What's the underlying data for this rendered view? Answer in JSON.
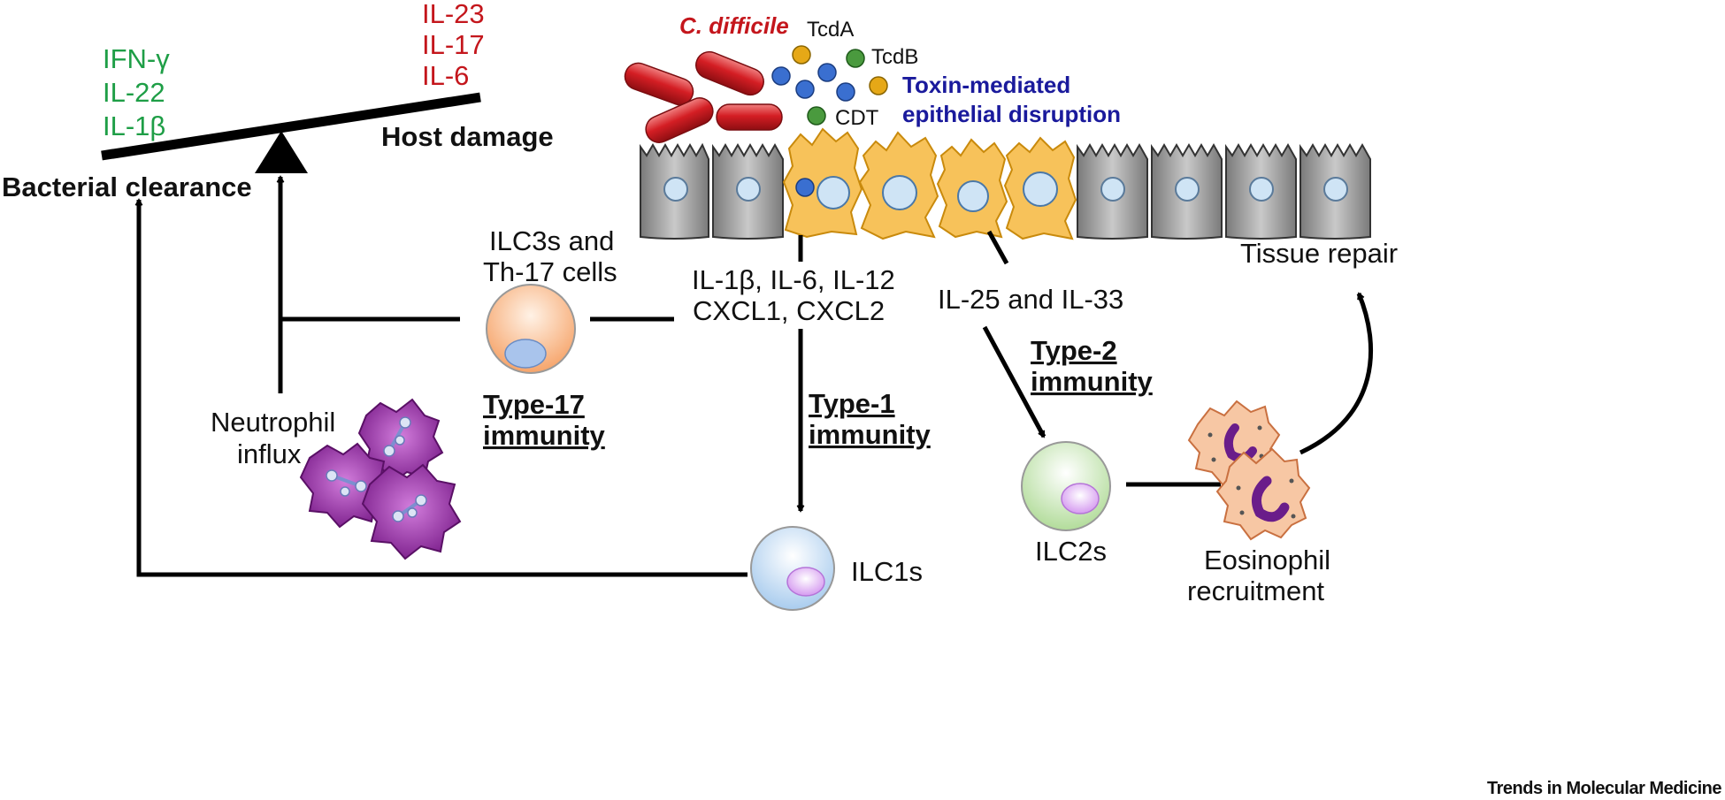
{
  "balance": {
    "left_cytokines": [
      "IFN-γ",
      "IL-22",
      "IL-1β"
    ],
    "right_cytokines": [
      "IL-23",
      "IL-17",
      "IL-6"
    ],
    "left_label": "Bacterial clearance",
    "right_label": "Host damage"
  },
  "pathogen": {
    "name": "C. difficile",
    "toxins": [
      "TcdA",
      "TcdB",
      "CDT"
    ],
    "disruption_label": [
      "Toxin-mediated",
      "epithelial disruption"
    ]
  },
  "cytokines": {
    "type1_signals": [
      "IL-1β, IL-6, IL-12",
      "CXCL1, CXCL2"
    ],
    "type2_signals": "IL-25 and IL-33"
  },
  "cells": {
    "ilc3": [
      "ILC3s and",
      "Th-17 cells"
    ],
    "ilc1": "ILC1s",
    "ilc2": "ILC2s",
    "neutrophil": [
      "Neutrophil",
      "influx"
    ],
    "eosinophil": [
      "Eosinophil",
      "recruitment"
    ]
  },
  "immunity": {
    "type17": [
      "Type-17",
      "immunity"
    ],
    "type1": [
      "Type-1",
      "immunity"
    ],
    "type2": [
      "Type-2",
      "immunity"
    ]
  },
  "outcomes": {
    "tissue_repair": "Tissue repair"
  },
  "footer": {
    "journal": "Trends in Molecular Medicine"
  },
  "colors": {
    "protective": "#1e9e46",
    "damage": "#c4161c",
    "toxin_text": "#1a1a9c",
    "healthy_cell": "#9a9a9a",
    "damaged_cell": "#f7c25a",
    "bacteria": "#d41e24",
    "neutrophil": "#9b2fa8"
  }
}
